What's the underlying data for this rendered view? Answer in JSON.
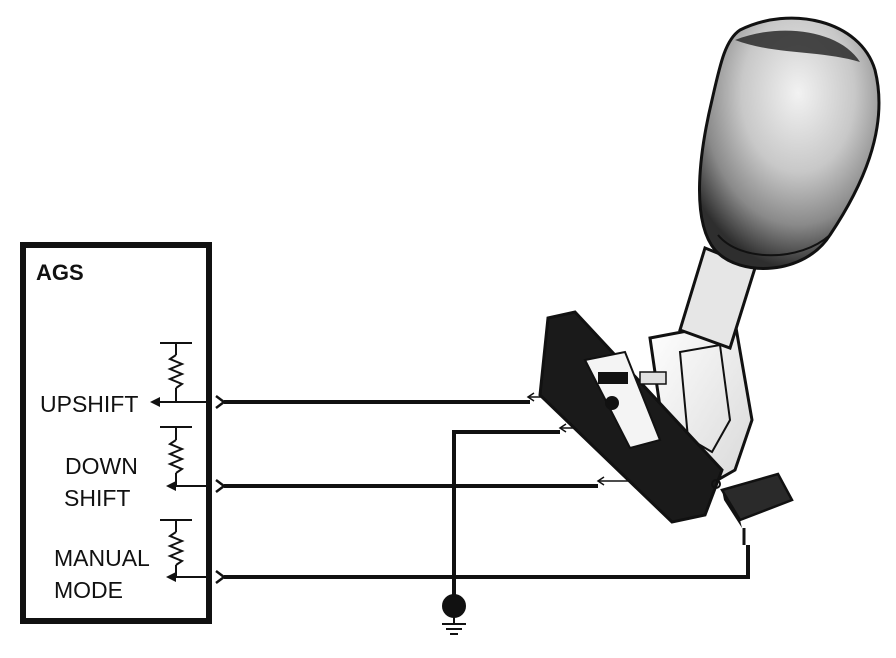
{
  "module": {
    "title": "AGS"
  },
  "signals": {
    "upshift": "UPSHIFT",
    "downshift_line1": "DOWN",
    "downshift_line2": "SHIFT",
    "manual_line1": "MANUAL",
    "manual_line2": "MODE"
  },
  "colors": {
    "ink": "#111111",
    "background": "#ffffff",
    "knob_light": "#dcdcdc",
    "knob_dark": "#3a3a3a"
  }
}
